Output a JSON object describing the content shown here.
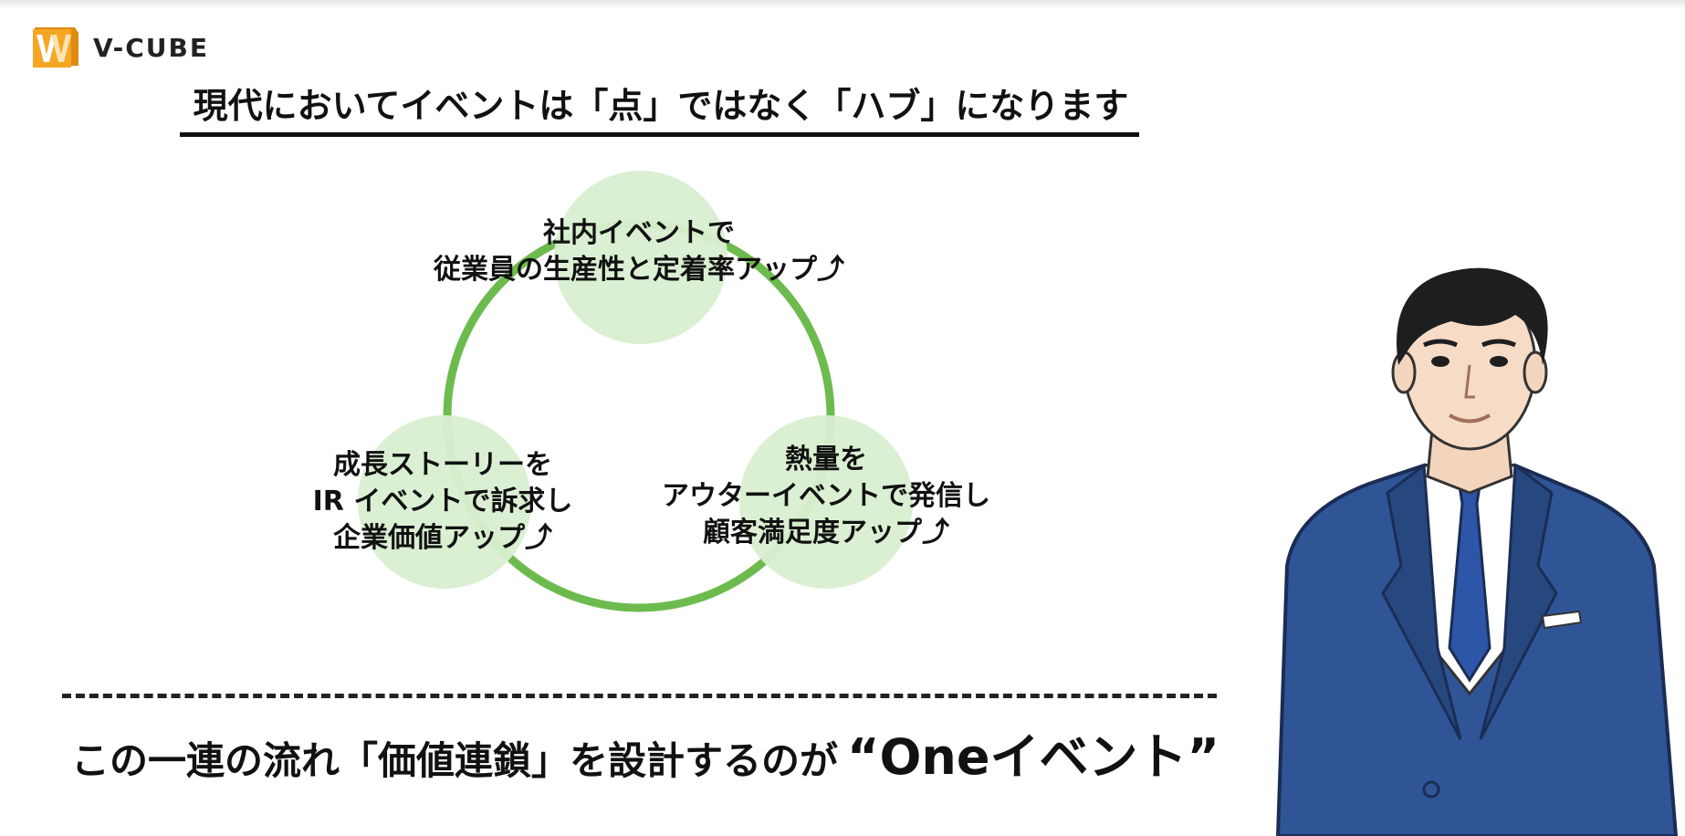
{
  "brand": {
    "name": "V-CUBE",
    "icon": "v-cube-logo-icon",
    "colors": {
      "orange": "#F5A623",
      "orange_dark": "#E08A10"
    }
  },
  "slide": {
    "title": "現代においてイベントは「点」ではなく「ハブ」になります",
    "nodes": [
      {
        "id": "internal",
        "label": "社内イベントで\n従業員の生産性と定着率アップ⤴"
      },
      {
        "id": "ir",
        "label": "成長ストーリーを\nIR イベントで訴求し\n企業価値アップ⤴"
      },
      {
        "id": "outer",
        "label": "熱量を\nアウターイベントで発信し\n顧客満足度アップ⤴"
      }
    ],
    "cycle_color": "#6DBB4F",
    "node_fill": "#D9EED0",
    "conclusion": {
      "lead": "この一連の流れ「価値連鎖」を設計するのが",
      "emphasis": "“Oneイベント”"
    }
  },
  "illustration": {
    "icon": "businessman-illustration"
  }
}
